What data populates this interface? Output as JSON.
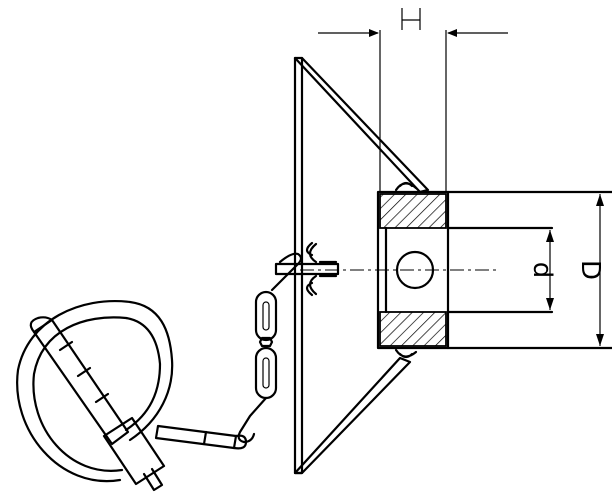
{
  "labels": {
    "H": "H",
    "d": "d",
    "D": "D"
  },
  "colors": {
    "ink": "#000000",
    "background": "#ffffff"
  }
}
